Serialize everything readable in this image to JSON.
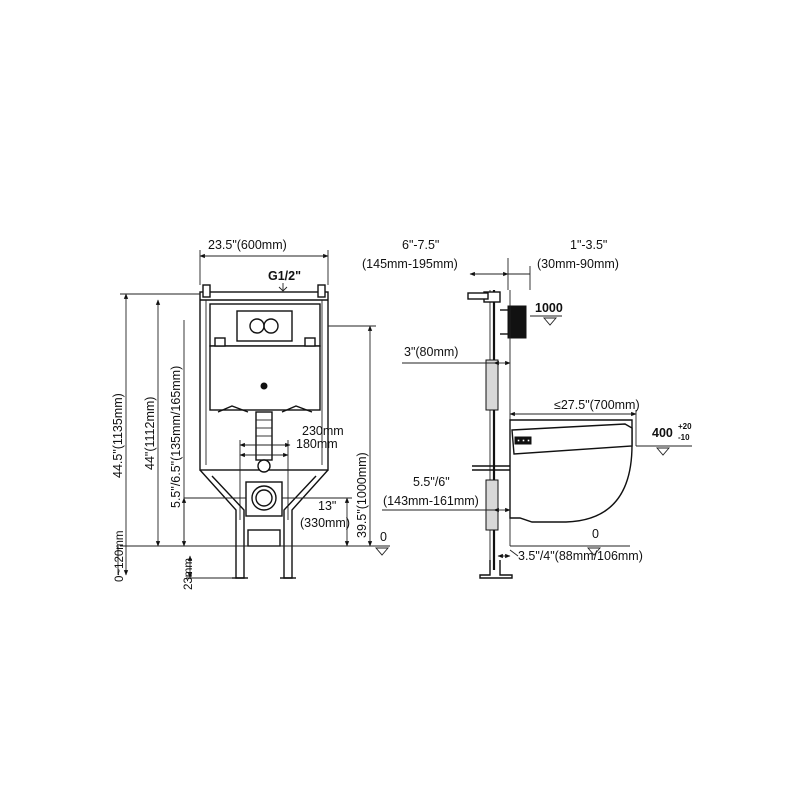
{
  "front_view": {
    "width": "23.5\"(600mm)",
    "inlet": "G1/2\"",
    "total_height": "44.5\"(1135mm)",
    "frame_height": "44\"(1112mm)",
    "drain_height": "5.5\"/6.5\"(135mm/165mm)",
    "outlet_230": "230mm",
    "outlet_180": "180mm",
    "mount_height": "39.5\"(1000mm)",
    "floor_13": "13\"",
    "floor_330": "(330mm)",
    "zero": "0",
    "adjust": "0~120mm",
    "foot": "23mm"
  },
  "side_view": {
    "wall_depth_line1": "6\"-7.5\"",
    "wall_depth_line2": "(145mm-195mm)",
    "finish_line1": "1\"-3.5\"",
    "finish_line2": "(30mm-90mm)",
    "button_level": "1000",
    "depth_80": "3\"(80mm)",
    "bowl_length": "≤27.5\"(700mm)",
    "seat_height": "400",
    "tol_plus": "+20",
    "tol_minus": "-10",
    "pipe_line1": "5.5\"/6\"",
    "pipe_line2": "(143mm-161mm)",
    "zero": "0",
    "pipe_dia": "3.5\"/4\"(88mm/106mm)"
  }
}
